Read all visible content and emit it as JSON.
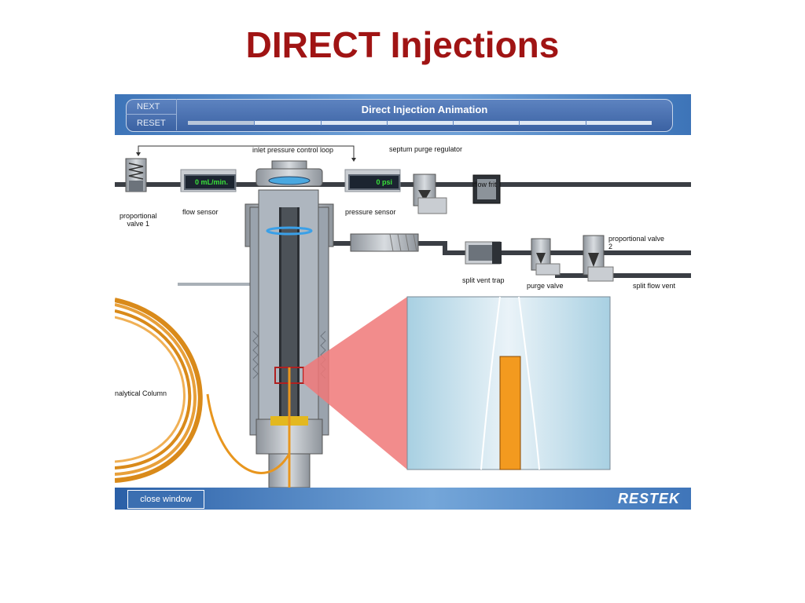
{
  "slide": {
    "title": "DIRECT Injections"
  },
  "app": {
    "title": "Direct Injection Animation",
    "nav": {
      "next_label": "NEXT",
      "reset_label": "RESET"
    },
    "progress": {
      "steps_total": 7,
      "steps_completed": 1
    },
    "close_label": "close window",
    "logo_text": "RESTEK"
  },
  "diagram": {
    "labels": {
      "inlet_loop": "inlet pressure control loop",
      "septum_regulator": "septum purge regulator",
      "flow_frit": "flow frit",
      "prop_valve_1": "proportional\nvalve 1",
      "flow_sensor": "flow sensor",
      "pressure_sensor": "pressure sensor",
      "prop_valve_2": "proportional valve\n2",
      "split_vent_trap": "split vent trap",
      "purge_valve": "purge valve",
      "split_flow_vent": "split flow vent",
      "analytical_column": "nalytical Column"
    },
    "readouts": {
      "flow_value": "0 mL/min.",
      "pressure_value": "0 psi"
    }
  },
  "colors": {
    "title_red": "#a01414",
    "panel_blue": "#3d74b8",
    "column_orange": "#e8961e",
    "zoom_red": "#f07878",
    "readout_green": "#39e23a"
  }
}
